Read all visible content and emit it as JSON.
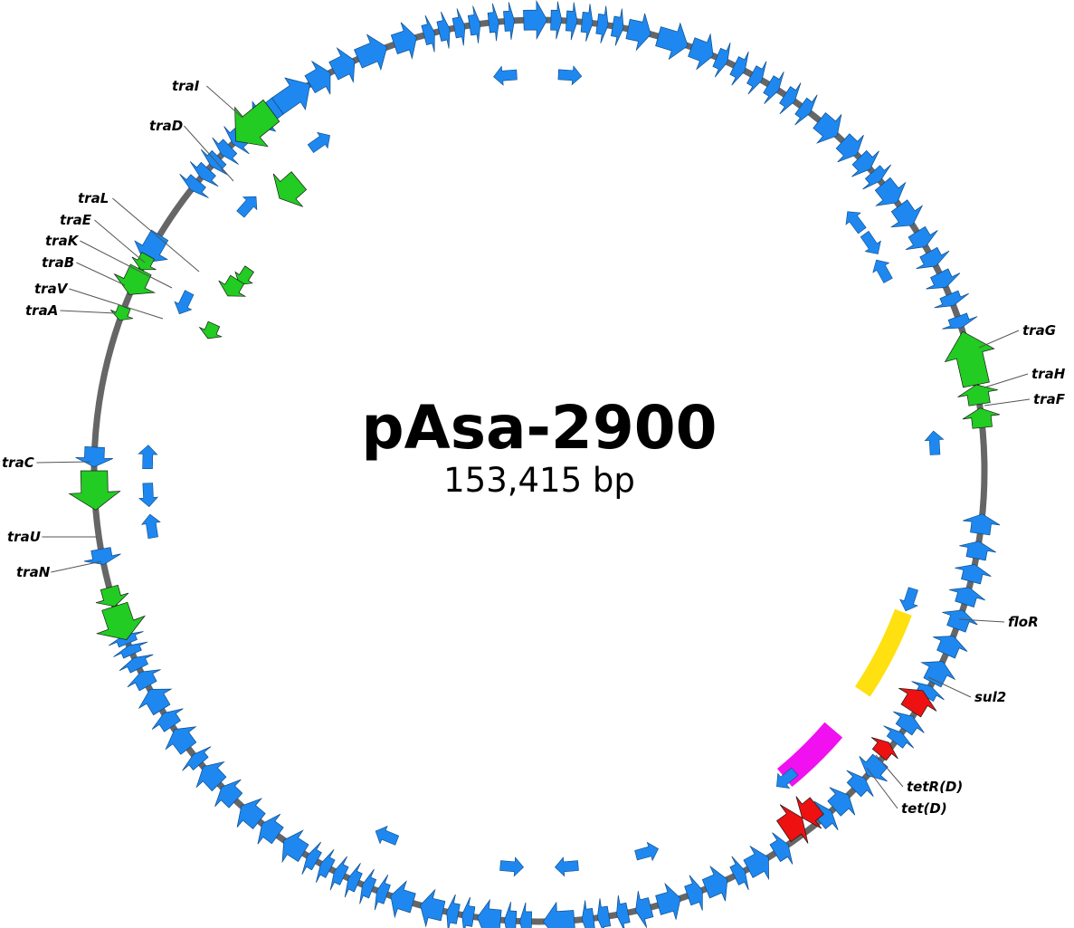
{
  "plasmid": {
    "name": "pAsa-2900",
    "size": "153,415 bp"
  },
  "colors": {
    "backbone": "#666666",
    "gene_default": "#1E88F0",
    "gene_tra": "#22CC22",
    "gene_resistance": "#EE1111",
    "region_yellow": "#FFE010",
    "region_magenta": "#F010F0",
    "leader": "#555555"
  },
  "labeled_genes": [
    {
      "label": "traI",
      "category": "tra",
      "direction": "ccw"
    },
    {
      "label": "traD",
      "category": "tra",
      "direction": "ccw"
    },
    {
      "label": "traL",
      "category": "tra",
      "direction": "ccw"
    },
    {
      "label": "traE",
      "category": "tra",
      "direction": "ccw"
    },
    {
      "label": "traK",
      "category": "tra",
      "direction": "ccw"
    },
    {
      "label": "traB",
      "category": "tra",
      "direction": "ccw"
    },
    {
      "label": "traV",
      "category": "tra",
      "direction": "ccw"
    },
    {
      "label": "traA",
      "category": "tra",
      "direction": "ccw"
    },
    {
      "label": "traC",
      "category": "tra",
      "direction": "ccw"
    },
    {
      "label": "traU",
      "category": "tra",
      "direction": "ccw"
    },
    {
      "label": "traN",
      "category": "tra",
      "direction": "ccw"
    },
    {
      "label": "traG",
      "category": "tra",
      "direction": "ccw"
    },
    {
      "label": "traH",
      "category": "tra",
      "direction": "ccw"
    },
    {
      "label": "traF",
      "category": "tra",
      "direction": "ccw"
    },
    {
      "label": "floR",
      "category": "resistance",
      "direction": "ccw"
    },
    {
      "label": "sul2",
      "category": "resistance",
      "direction": "ccw"
    },
    {
      "label": "tetR(D)",
      "category": "resistance",
      "direction": "cw"
    },
    {
      "label": "tet(D)",
      "category": "resistance",
      "direction": "ccw"
    }
  ]
}
